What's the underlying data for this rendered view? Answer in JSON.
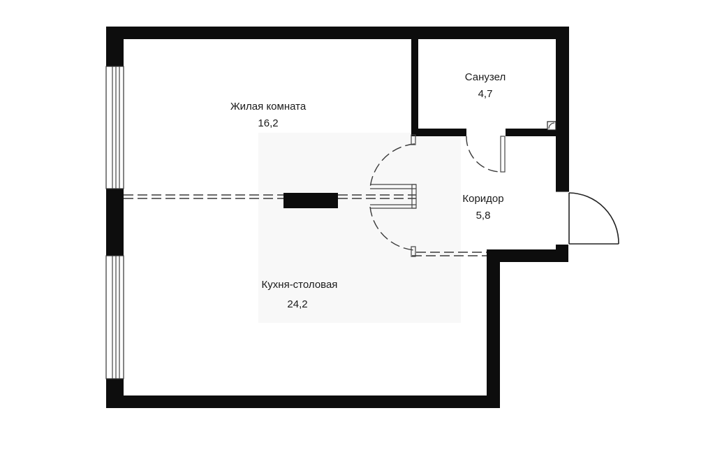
{
  "rooms": {
    "living": {
      "name": "Жилая комната",
      "area": "16,2"
    },
    "bathroom": {
      "name": "Санузел",
      "area": "4,7"
    },
    "corridor": {
      "name": "Коридор",
      "area": "5,8"
    },
    "kitchen": {
      "name": "Кухня-столовая",
      "area": "24,2"
    }
  },
  "colors": {
    "wall": "#0d0d0d",
    "background": "#ffffff",
    "text": "#1a1a1a"
  }
}
